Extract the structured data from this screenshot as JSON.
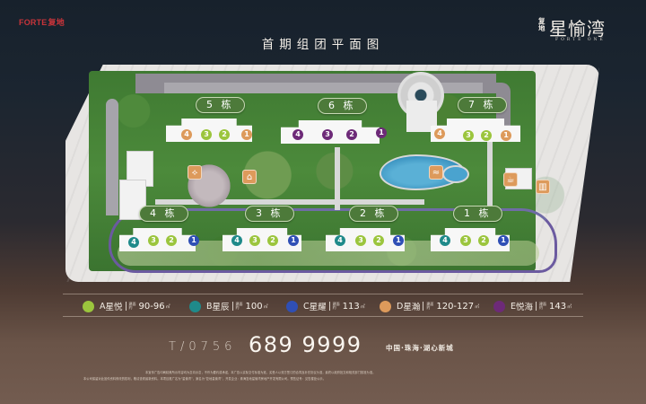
{
  "header": {
    "brand_logo_en": "FORTE",
    "brand_logo_cn": "复地",
    "project_prefix": "复地",
    "project_name": "星愉湾",
    "project_name_en": "FORTE ONE",
    "page_title": "首期组团平面图"
  },
  "colors": {
    "brand_red": "#c8343a",
    "type_A": "#9bc53d",
    "type_B": "#1f8a8a",
    "type_C": "#2f4fb5",
    "type_D": "#dd9a5b",
    "type_E": "#6d2a78",
    "label_green": "#4d7a3a",
    "amenity_orange": "#dd9a5b",
    "loop_path": "#6b5aa0"
  },
  "map": {
    "buildings": [
      {
        "id": "5",
        "label": "5 栋",
        "units": [
          {
            "n": "4",
            "type": "D"
          },
          {
            "n": "3",
            "type": "A"
          },
          {
            "n": "2",
            "type": "A"
          },
          {
            "n": "1",
            "type": "D"
          }
        ]
      },
      {
        "id": "6",
        "label": "6 栋",
        "units": [
          {
            "n": "4",
            "type": "E"
          },
          {
            "n": "3",
            "type": "E"
          },
          {
            "n": "2",
            "type": "E"
          },
          {
            "n": "1",
            "type": "E"
          }
        ]
      },
      {
        "id": "7",
        "label": "7 栋",
        "units": [
          {
            "n": "4",
            "type": "D"
          },
          {
            "n": "3",
            "type": "A"
          },
          {
            "n": "2",
            "type": "A"
          },
          {
            "n": "1",
            "type": "D"
          }
        ]
      },
      {
        "id": "4",
        "label": "4 栋",
        "units": [
          {
            "n": "4",
            "type": "B"
          },
          {
            "n": "3",
            "type": "A"
          },
          {
            "n": "2",
            "type": "A"
          },
          {
            "n": "1",
            "type": "C"
          }
        ]
      },
      {
        "id": "3",
        "label": "3 栋",
        "units": [
          {
            "n": "4",
            "type": "B"
          },
          {
            "n": "3",
            "type": "A"
          },
          {
            "n": "2",
            "type": "A"
          },
          {
            "n": "1",
            "type": "C"
          }
        ]
      },
      {
        "id": "2",
        "label": "2 栋",
        "units": [
          {
            "n": "4",
            "type": "B"
          },
          {
            "n": "3",
            "type": "A"
          },
          {
            "n": "2",
            "type": "A"
          },
          {
            "n": "1",
            "type": "C"
          }
        ]
      },
      {
        "id": "1",
        "label": "1 栋",
        "units": [
          {
            "n": "4",
            "type": "B"
          },
          {
            "n": "3",
            "type": "A"
          },
          {
            "n": "2",
            "type": "A"
          },
          {
            "n": "1",
            "type": "C"
          }
        ]
      }
    ],
    "amenities": [
      {
        "name": "playground-icon",
        "glyph": "⟡"
      },
      {
        "name": "pavilion-icon",
        "glyph": "⌂"
      },
      {
        "name": "swimming-icon",
        "glyph": "≈"
      },
      {
        "name": "cafe-icon",
        "glyph": "☕"
      },
      {
        "name": "library-icon",
        "glyph": "▥"
      }
    ]
  },
  "legend": {
    "sub_label": "建面约",
    "unit": "㎡",
    "items": [
      {
        "letter": "A",
        "name": "星悦",
        "area": "90-96"
      },
      {
        "letter": "B",
        "name": "星辰",
        "area": "100"
      },
      {
        "letter": "C",
        "name": "星耀",
        "area": "113"
      },
      {
        "letter": "D",
        "name": "星瀚",
        "area": "120-127"
      },
      {
        "letter": "E",
        "name": "悦海",
        "area": "143"
      }
    ]
  },
  "contact": {
    "tel_prefix": "T/0756",
    "tel_number": "689 9999",
    "location": "中国·珠海·湖心新城"
  },
  "disclaimer": {
    "line1": "本宣传广告印刷精美所示内容均为意向示意，不作为要约或承诺，本广告以实际交付标准为准，买受人以双方签订的合同及补充协议为准，最终以政府批文和相关部门核准为准。",
    "line2": "本公司保留对此宣传资料修改的权利，敬请查看最新资料。本项目推广名为“星愉湾”，案名为“复地星愉湾”，开发企业：珠海复地星愉湾房地产开发有限公司。预售证号：见售楼处公示。"
  }
}
